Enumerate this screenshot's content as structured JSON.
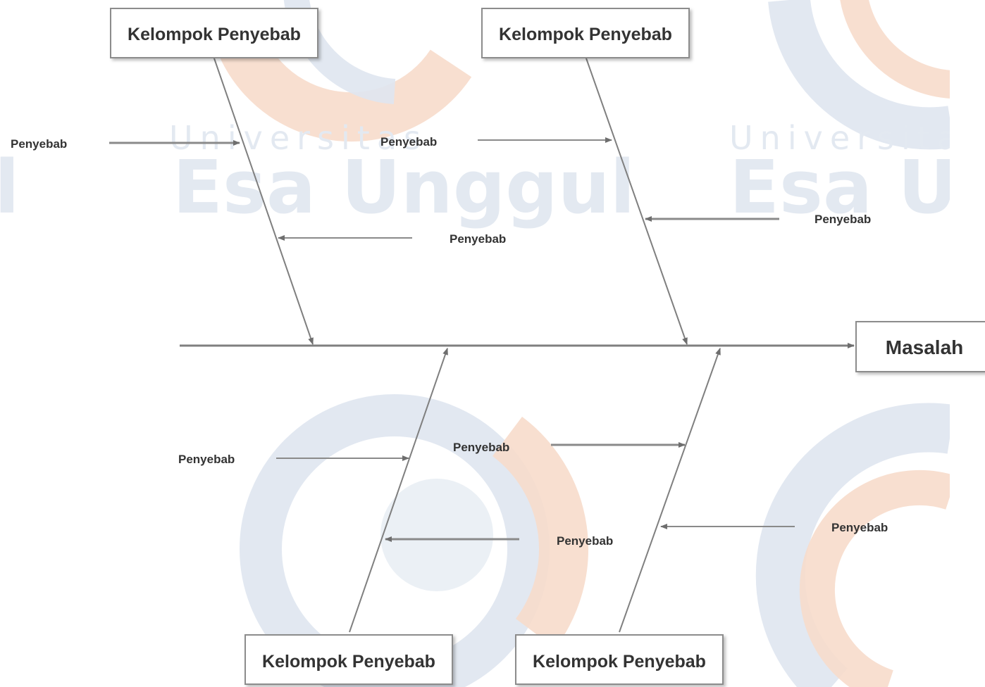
{
  "watermark": {
    "small_text": "Universitas",
    "big_text": "Esa Unggul",
    "big_text_clipped_left": "l",
    "big_text_clipped_right": "Esa U",
    "colors": {
      "blue": "#dfe6ef",
      "orange": "#f7dccb",
      "text_blue": "#e3e9f1"
    }
  },
  "diagram": {
    "effect_label": "Masalah",
    "category_labels": [
      "Kelompok Penyebab",
      "Kelompok Penyebab",
      "Kelompok Penyebab",
      "Kelompok Penyebab"
    ],
    "cause_labels": [
      "Penyebab",
      "Penyebab",
      "Penyebab",
      "Penyebab",
      "Penyebab",
      "Penyebab",
      "Penyebab",
      "Penyebab"
    ],
    "colors": {
      "line": "#7f7f7f",
      "box_border": "#8c8c8c",
      "text": "#333333"
    }
  }
}
